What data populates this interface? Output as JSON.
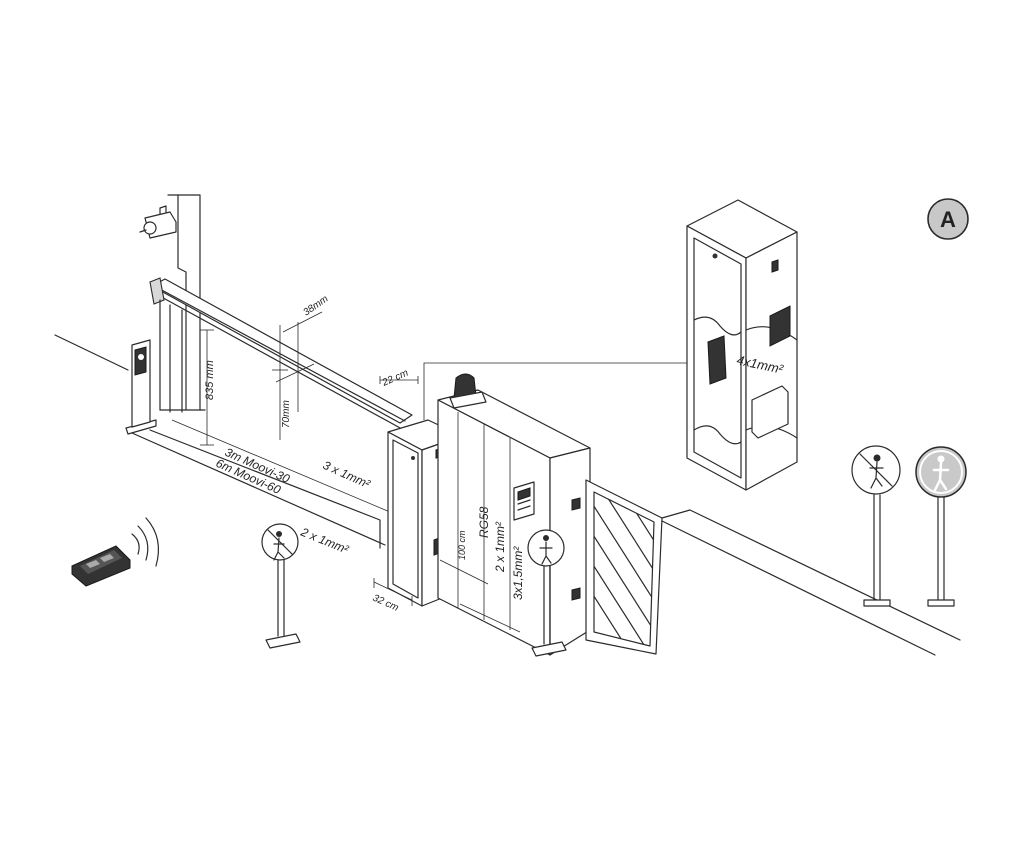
{
  "figure": {
    "badge": "A",
    "labels": {
      "arm_height": "835 mm",
      "arm_thickness": "38mm",
      "arm_offset": "70mm",
      "arm_length_30": "3m Moovi-30",
      "arm_length_60": "6m Moovi-60",
      "cable_photocell": "3 x 1mm²",
      "cable_signal": "2 x 1mm²",
      "cabinet_width": "22 cm",
      "cabinet_depth": "32 cm",
      "cabinet_height": "100 cm",
      "cable_antenna": "RG58",
      "cable_key": "2 x 1mm²",
      "cable_power": "3x1,5mm²",
      "cable_panel": "4x1mm²"
    }
  },
  "colors": {
    "line": "#2b2b2b",
    "badge_fill": "#c8c8c8",
    "sign_bg": "#c9c9c9",
    "remote": "#333333"
  }
}
